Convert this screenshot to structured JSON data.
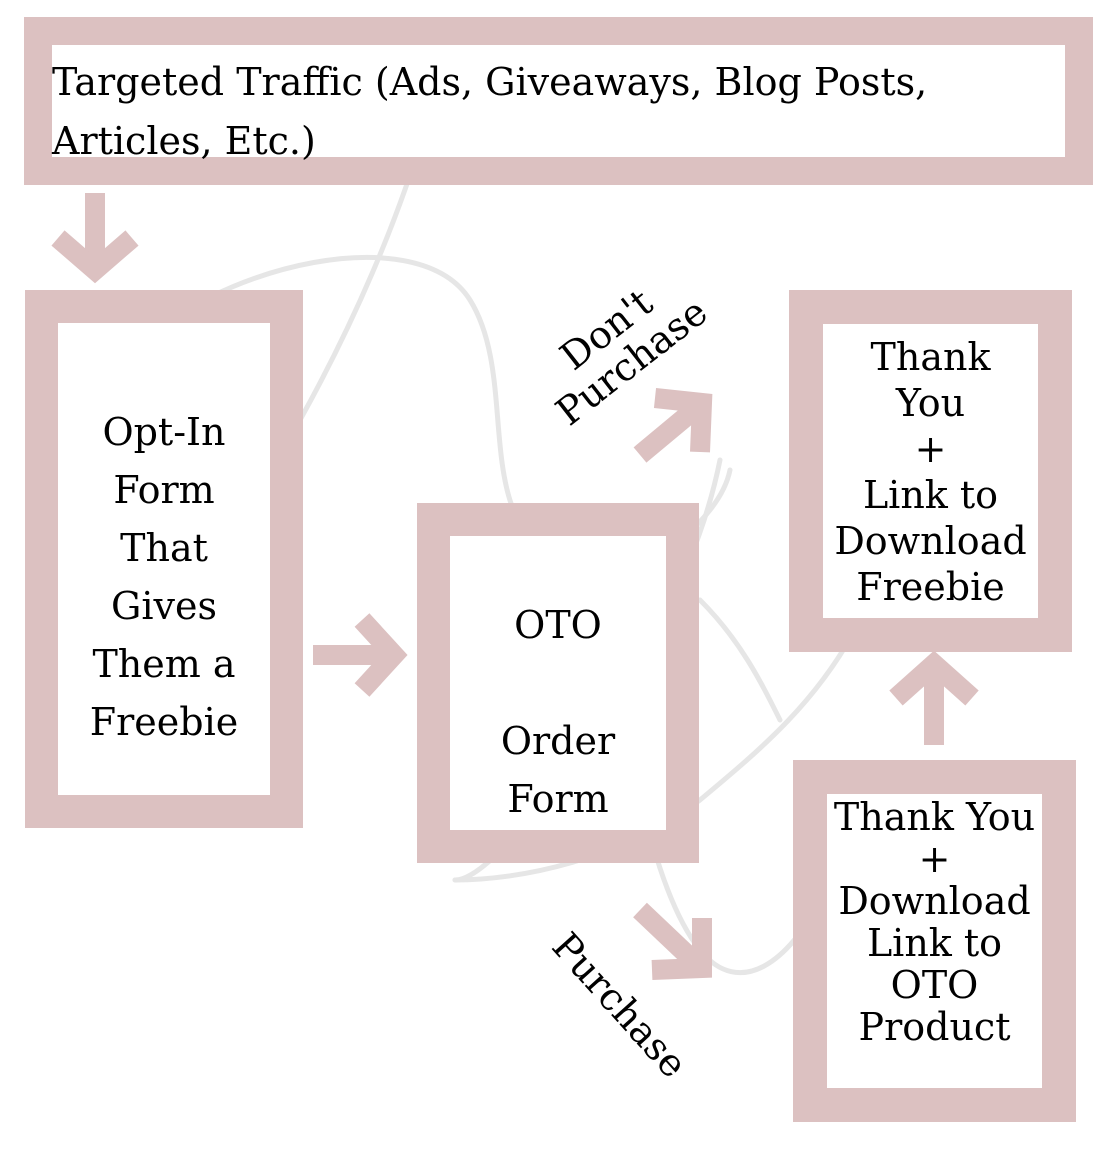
{
  "colors": {
    "frame": "#dcc1c1",
    "watermark": "#e6e6e6",
    "text": "#000000"
  },
  "traffic": {
    "text": "Targeted Traffic (Ads, Giveaways, Blog Posts, Articles, Etc.)"
  },
  "optin": {
    "lines": [
      "Opt-In",
      "Form",
      "That",
      "Gives",
      "Them a",
      "Freebie"
    ]
  },
  "oto": {
    "line1": "OTO",
    "line2": "Order",
    "line3": "Form"
  },
  "thankyou_freebie": {
    "lines": [
      "Thank",
      "You",
      "+",
      "Link to",
      "Download",
      "Freebie"
    ]
  },
  "thankyou_oto": {
    "lines": [
      "Thank You",
      "+",
      "Download",
      "Link to",
      "OTO",
      "Product"
    ]
  },
  "labels": {
    "dont_purchase_1": "Don't",
    "dont_purchase_2": "Purchase",
    "purchase": "Purchase"
  }
}
